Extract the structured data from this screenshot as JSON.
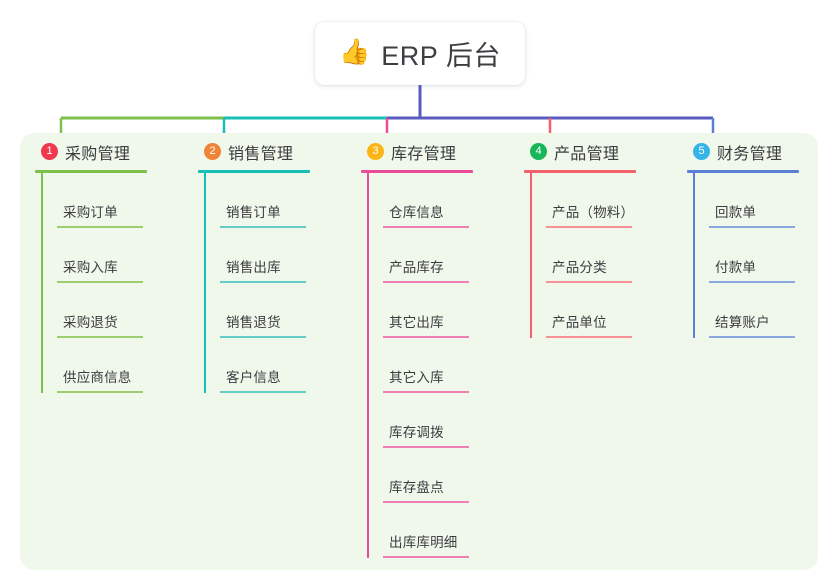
{
  "root": {
    "icon": "thumbs-up-icon",
    "icon_glyph": "👍",
    "title": "ERP 后台"
  },
  "panel": {
    "background": "#eff8ea"
  },
  "connector_colors": {
    "trunk": "#5b5bbf",
    "segment_1": "#7ec04a",
    "segment_2": "#17bfb4",
    "segment_3": "#5b5bbf",
    "segment_4": "#5b5bbf",
    "segment_5": "#5b5bbf",
    "drop_1": "#7ec04a",
    "drop_2": "#17bfb4",
    "drop_3": "#ea4c9a",
    "drop_4": "#f4606c",
    "drop_5": "#5b7fd4"
  },
  "columns": [
    {
      "number": "1",
      "title": "采购管理",
      "badge_color": "#f0384f",
      "line_color": "#7ec04a",
      "leaf_line_color": "#9ccd6e",
      "items": [
        {
          "label": "采购订单"
        },
        {
          "label": "采购入库"
        },
        {
          "label": "采购退货"
        },
        {
          "label": "供应商信息"
        }
      ]
    },
    {
      "number": "2",
      "title": "销售管理",
      "badge_color": "#f08436",
      "line_color": "#17bfb4",
      "leaf_line_color": "#63cec6",
      "items": [
        {
          "label": "销售订单"
        },
        {
          "label": "销售出库"
        },
        {
          "label": "销售退货"
        },
        {
          "label": "客户信息"
        }
      ]
    },
    {
      "number": "3",
      "title": "库存管理",
      "badge_color": "#fbb516",
      "line_color": "#ea4c9a",
      "leaf_line_color": "#ef7fb5",
      "items": [
        {
          "label": "仓库信息"
        },
        {
          "label": "产品库存"
        },
        {
          "label": "其它出库"
        },
        {
          "label": "其它入库"
        },
        {
          "label": "库存调拨"
        },
        {
          "label": "库存盘点"
        },
        {
          "label": "出库库明细"
        }
      ]
    },
    {
      "number": "4",
      "title": "产品管理",
      "badge_color": "#18b55b",
      "line_color": "#f4606c",
      "leaf_line_color": "#f79097",
      "items": [
        {
          "label": "产品（物料）"
        },
        {
          "label": "产品分类"
        },
        {
          "label": "产品单位"
        }
      ]
    },
    {
      "number": "5",
      "title": "财务管理",
      "badge_color": "#36b4ea",
      "line_color": "#5b7fd4",
      "leaf_line_color": "#8ba6e0",
      "items": [
        {
          "label": "回款单"
        },
        {
          "label": "付款单"
        },
        {
          "label": "结算账户"
        }
      ]
    }
  ]
}
